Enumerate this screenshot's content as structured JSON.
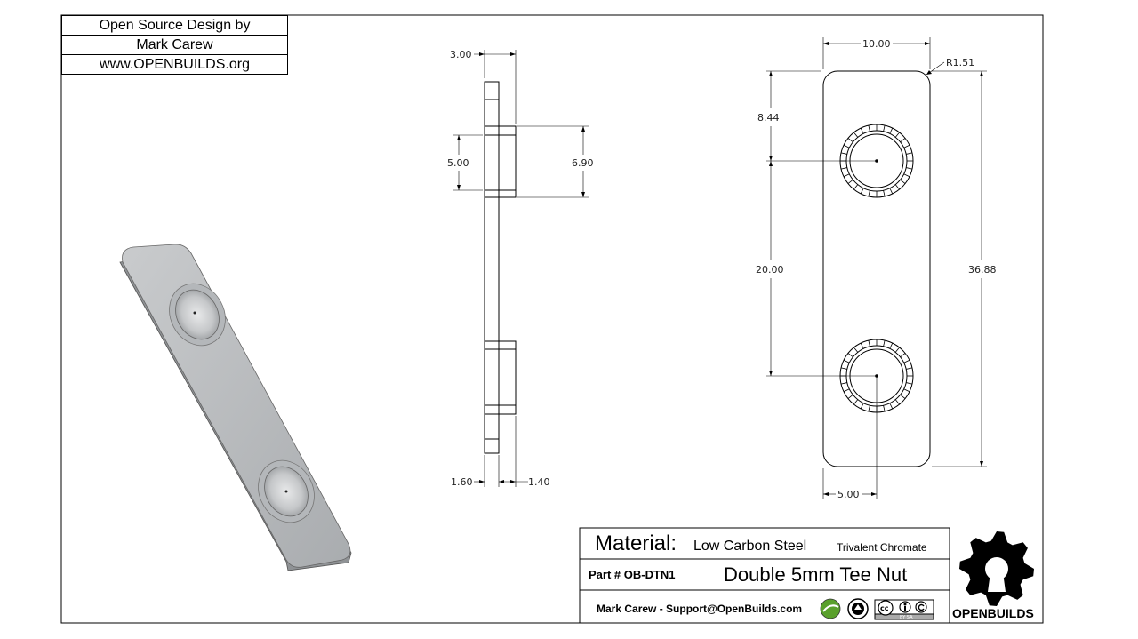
{
  "header_block": {
    "line1": "Open Source Design by",
    "line2": "Mark Carew",
    "line3": "www.OPENBUILDS.org"
  },
  "dimensions": {
    "side_top_width": "3.00",
    "side_inner_height": "5.00",
    "side_outer_height": "6.90",
    "side_bottom_left": "1.60",
    "side_bottom_right": "1.40",
    "front_width": "10.00",
    "front_radius": "R1.51",
    "front_top_offset": "8.44",
    "front_hole_spacing": "20.00",
    "front_total_height": "36.88",
    "front_half_width": "5.00"
  },
  "title_block": {
    "material_label": "Material:",
    "material_value": "Low Carbon Steel",
    "finish": "Trivalent Chromate",
    "part_label": "Part # OB-DTN1",
    "part_name": "Double 5mm Tee Nut",
    "contact": "Mark Carew - Support@OpenBuilds.com",
    "logo_text": "OPENBUILDS",
    "license_badge_text": "cc",
    "license_sub_text": "BY SA"
  },
  "colors": {
    "line": "#000000",
    "part_fill": "#b9bcbf",
    "part_shadow": "#8c8f92",
    "badge_green": "#5aa02c"
  }
}
